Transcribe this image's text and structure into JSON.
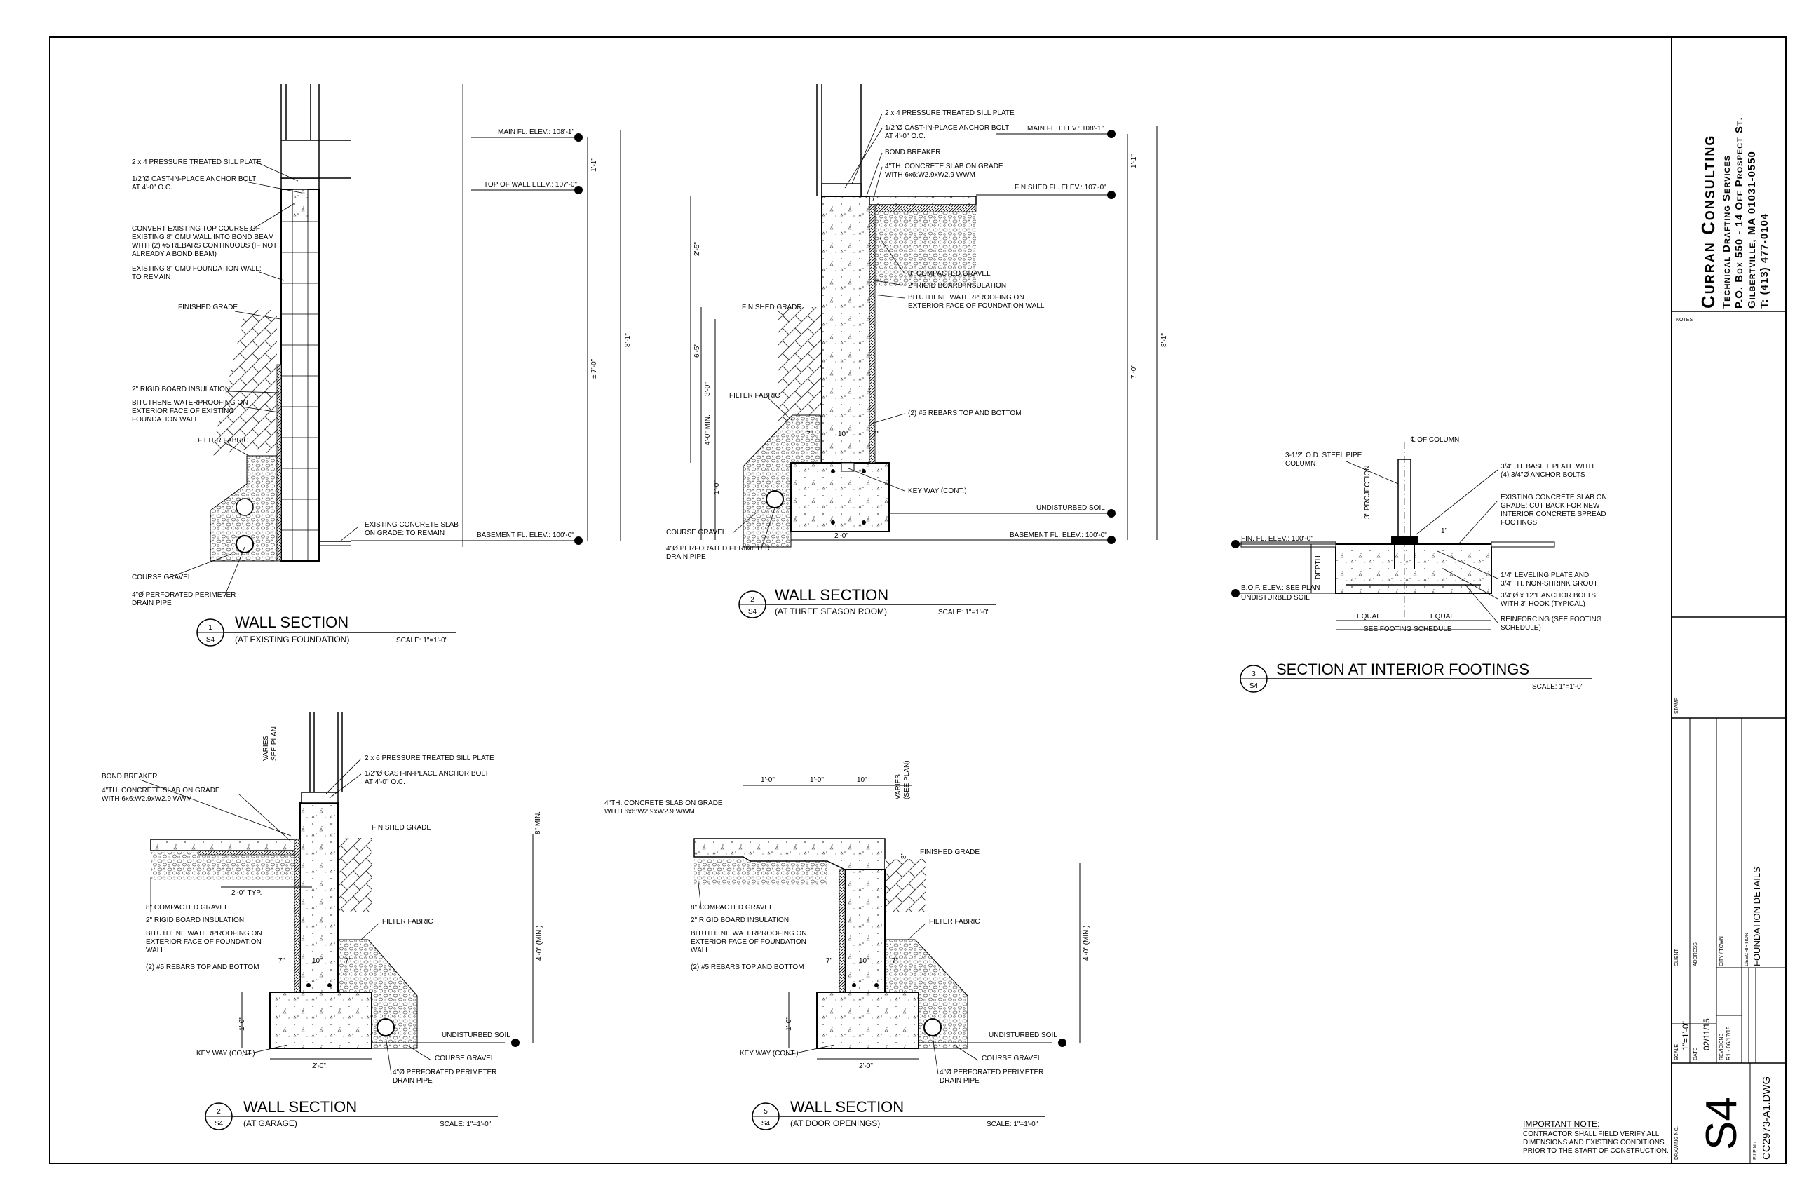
{
  "firm": {
    "name": "Curran Consulting",
    "line1": "Technical Drafting Services",
    "line2": "P.O. Box 550 - 14 Off Prospect St.",
    "line3": "Gilbertville, MA 01031-0550",
    "line4": "T: (413) 477-0104"
  },
  "title_block": {
    "notes_label": "NOTES",
    "stamp_label": "STAMP",
    "client_label": "CLIENT",
    "address_label": "ADDRESS",
    "city_label": "CITY / TOWN",
    "description_label": "DESCRIPTION",
    "description": "FOUNDATION DETAILS",
    "scale_label": "SCALE",
    "scale": "1\"=1'-0\"",
    "date_label": "DATE",
    "date": "02/11/15",
    "revisions_label": "REVISIONS",
    "revision": "R1 - 06/17/15",
    "drawing_no_label": "DRAWING NO.",
    "drawing_no": "S4",
    "file_no_label": "FILE No.",
    "file_no": "CC2973-A1.DWG"
  },
  "important_note": {
    "heading": "IMPORTANT NOTE:",
    "lines": [
      "CONTRACTOR SHALL FIELD VERIFY ALL",
      "DIMENSIONS AND EXISTING CONDITIONS",
      "PRIOR TO THE START OF CONSTRUCTION."
    ]
  },
  "sections": {
    "s1": {
      "num": "1",
      "sheet": "S4",
      "title": "WALL SECTION",
      "subtitle": "(AT EXISTING FOUNDATION)",
      "scale": "SCALE: 1\"=1'-0\"",
      "labels": [
        "2 x 4 PRESSURE TREATED SILL PLATE",
        "1/2\"Ø CAST-IN-PLACE ANCHOR BOLT",
        "AT 4'-0\" O.C.",
        "CONVERT EXISTING TOP COURSE OF",
        "EXISTING 8\" CMU WALL INTO BOND BEAM",
        "WITH (2) #5 REBARS CONTINUOUS (IF NOT",
        "ALREADY A BOND BEAM)",
        "EXISTING 8\" CMU FOUNDATION WALL:",
        "TO REMAIN",
        "FINISHED GRADE",
        "2\" RIGID BOARD INSULATION",
        "BITUTHENE WATERPROOFING ON",
        "EXTERIOR FACE OF EXISTING",
        "FOUNDATION WALL",
        "FILTER FABRIC",
        "COURSE GRAVEL",
        "4\"Ø PERFORATED PERIMETER",
        "DRAIN PIPE",
        "EXISTING CONCRETE SLAB",
        "ON GRADE: TO REMAIN"
      ],
      "elevations": [
        "MAIN FL. ELEV.: 108'-1\"",
        "TOP OF WALL ELEV.: 107'-0\"",
        "BASEMENT FL. ELEV.: 100'-0\""
      ],
      "dims": [
        "1'-1\"",
        "8'-1\"",
        "± 7'-0\""
      ]
    },
    "s2a": {
      "num": "2",
      "sheet": "S4",
      "title": "WALL SECTION",
      "subtitle": "(AT THREE SEASON ROOM)",
      "scale": "SCALE: 1\"=1'-0\"",
      "labels": [
        "2 x 4 PRESSURE TREATED SILL PLATE",
        "1/2\"Ø CAST-IN-PLACE ANCHOR BOLT",
        "AT 4'-0\" O.C.",
        "BOND BREAKER",
        "4\"TH. CONCRETE SLAB ON GRADE",
        "WITH 6x6:W2.9xW2.9 WWM",
        "8\" COMPACTED GRAVEL",
        "2\" RIGID BOARD INSULATION",
        "BITUTHENE WATERPROOFING ON",
        "EXTERIOR FACE OF FOUNDATION WALL",
        "FINISHED GRADE",
        "FILTER FABRIC",
        "(2) #5 REBARS TOP AND BOTTOM",
        "KEY WAY (CONT.)",
        "COURSE GRAVEL",
        "4\"Ø PERFORATED PERIMETER",
        "DRAIN PIPE",
        "UNDISTURBED SOIL"
      ],
      "elevations": [
        "MAIN FL. ELEV.: 108'-1\"",
        "FINISHED FL. ELEV.: 107'-0\"",
        "BASEMENT FL. ELEV.: 100'-0\""
      ],
      "dims": [
        "1'-1\"",
        "8'-1\"",
        "7'-0\"",
        "2'-5\"",
        "6'-5\"",
        "3'-0\"",
        "4'-0\" MIN.",
        "1'-0\"",
        "2'-0\"",
        "10\"",
        "7\"",
        "7\""
      ]
    },
    "s3": {
      "num": "3",
      "sheet": "S4",
      "title": "SECTION AT INTERIOR FOOTINGS",
      "scale": "SCALE: 1\"=1'-0\"",
      "labels": [
        "℄ OF COLUMN",
        "3-1/2\" O.D. STEEL PIPE",
        "COLUMN",
        "3/4\"TH. BASE L PLATE WITH",
        "(4) 3/4\"Ø ANCHOR  BOLTS",
        "EXISTING CONCRETE SLAB ON",
        "GRADE; CUT BACK FOR NEW",
        "INTERIOR CONCRETE SPREAD",
        "FOOTINGS",
        "3\" PROJECTION",
        "FIN. FL. ELEV.: 100'-0\"",
        "B.O.F. ELEV.: SEE PLAN",
        "UNDISTURBED SOIL",
        "DEPTH",
        "1/4\" LEVELING PLATE AND",
        "3/4\"TH. NON-SHRINK GROUT",
        "3/4\"Ø x 12\"L ANCHOR BOLTS",
        "WITH 3\" HOOK (TYPICAL)",
        "REINFORCING (SEE FOOTING",
        "SCHEDULE)",
        "EQUAL",
        "EQUAL",
        "SEE FOOTING SCHEDULE",
        "1\""
      ]
    },
    "s2b": {
      "num": "2",
      "sheet": "S4",
      "title": "WALL SECTION",
      "subtitle": "(AT GARAGE)",
      "scale": "SCALE: 1\"=1'-0\"",
      "labels": [
        "2 x 6 PRESSURE TREATED SILL PLATE",
        "1/2\"Ø CAST-IN-PLACE ANCHOR BOLT",
        "AT 4'-0\" O.C.",
        "BOND BREAKER",
        "4\"TH. CONCRETE SLAB ON GRADE",
        "WITH 6x6:W2.9xW2.9 WWM",
        "FINISHED GRADE",
        "8\" COMPACTED GRAVEL",
        "2\" RIGID BOARD INSULATION",
        "BITUTHENE WATERPROOFING ON",
        "EXTERIOR FACE OF FOUNDATION",
        "WALL",
        "(2) #5 REBARS TOP AND BOTTOM",
        "FILTER FABRIC",
        "KEY WAY (CONT.)",
        "UNDISTURBED SOIL",
        "COURSE GRAVEL",
        "4\"Ø PERFORATED PERIMETER",
        "DRAIN PIPE"
      ],
      "dims": [
        "VARIES",
        "SEE PLAN",
        "8\" MIN.",
        "2'-0\" TYP.",
        "4'-0\" (MIN.)",
        "1'-0\"",
        "2'-0\"",
        "7\"",
        "10\"",
        "7\""
      ]
    },
    "s5": {
      "num": "5",
      "sheet": "S4",
      "title": "WALL SECTION",
      "subtitle": "(AT DOOR OPENINGS)",
      "scale": "SCALE: 1\"=1'-0\"",
      "labels": [
        "4\"TH. CONCRETE SLAB ON GRADE",
        "WITH 6x6:W2.9xW2.9 WWM",
        "FINISHED GRADE",
        "8\" COMPACTED GRAVEL",
        "2\" RIGID BOARD INSULATION",
        "BITUTHENE WATERPROOFING ON",
        "EXTERIOR FACE OF FOUNDATION",
        "WALL",
        "(2) #5 REBARS TOP AND BOTTOM",
        "FILTER FABRIC",
        "KEY WAY (CONT.)",
        "UNDISTURBED SOIL",
        "COURSE GRAVEL",
        "4\"Ø PERFORATED PERIMETER",
        "DRAIN PIPE"
      ],
      "dims": [
        "1'-0\"",
        "1'-0\"",
        "10\"",
        "VARIES",
        "(SEE PLAN)",
        "8\"",
        "4'-0\" (MIN.)",
        "1'-0\"",
        "2'-0\"",
        "7\"",
        "10\"",
        "7\""
      ]
    }
  }
}
